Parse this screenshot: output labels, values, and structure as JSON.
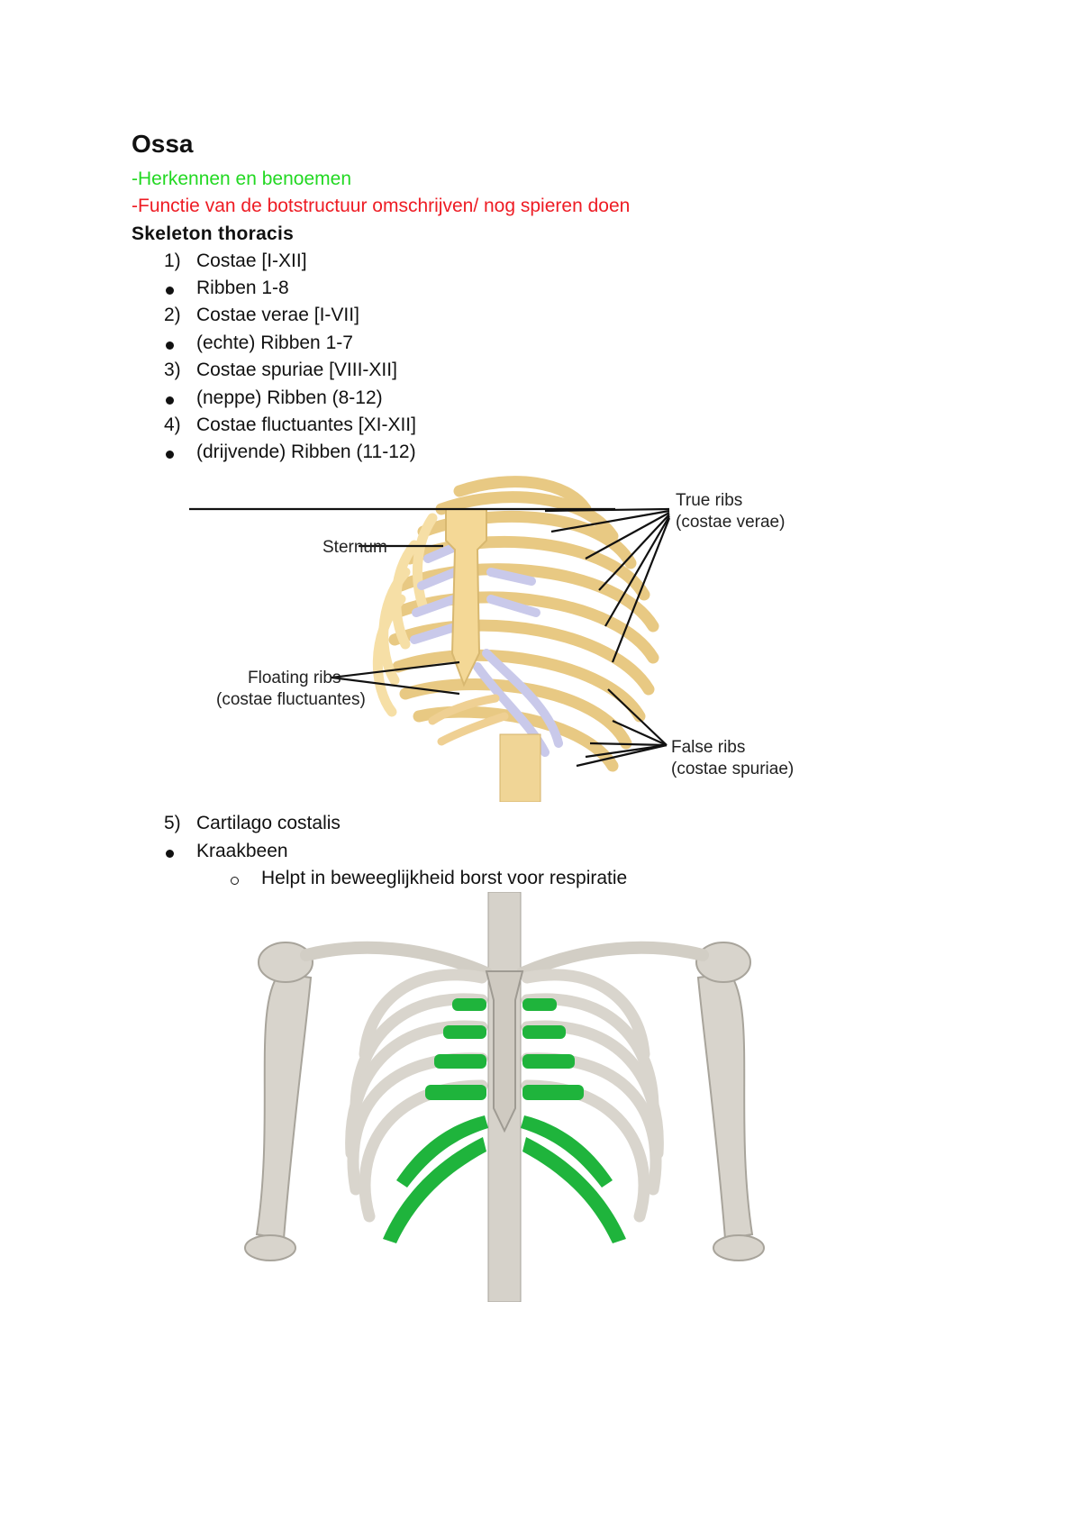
{
  "title": "Ossa",
  "subtitle_green": "-Herkennen en benoemen",
  "subtitle_red": "-Functie van de botstructuur omschrijven/ nog spieren doen",
  "section_heading": "Skeleton thoracis",
  "list": [
    {
      "num": "1)",
      "text": "Costae [I-XII]"
    },
    {
      "bullet": "Ribben 1-8"
    },
    {
      "num": "2)",
      "text": "Costae verae [I-VII]"
    },
    {
      "bullet": "(echte) Ribben 1-7"
    },
    {
      "num": "3)",
      "text": "Costae spuriae [VIII-XII]"
    },
    {
      "bullet": "(neppe) Ribben (8-12)"
    },
    {
      "num": "4)",
      "text": "Costae fluctuantes [XI-XII]"
    },
    {
      "bullet": "(drijvende) Ribben (11-12)"
    }
  ],
  "figure1": {
    "true_ribs_1": "True ribs",
    "true_ribs_2": "(costae verae)",
    "sternum": "Sternum",
    "floating_1": "Floating ribs",
    "floating_2": "(costae fluctuantes)",
    "false_1": "False ribs",
    "false_2": "(costae spuriae)"
  },
  "list2": [
    {
      "num": "5)",
      "text": "Cartilago costalis"
    },
    {
      "bullet": "Kraakbeen"
    },
    {
      "sub": "Helpt in beweeglijkheid borst voor respiratie"
    }
  ],
  "colors": {
    "green": "#22d822",
    "red": "#ee1c24",
    "bone": "#f2d99a",
    "cartilage": "#c8c8e8",
    "highlight": "#1fb43c"
  }
}
